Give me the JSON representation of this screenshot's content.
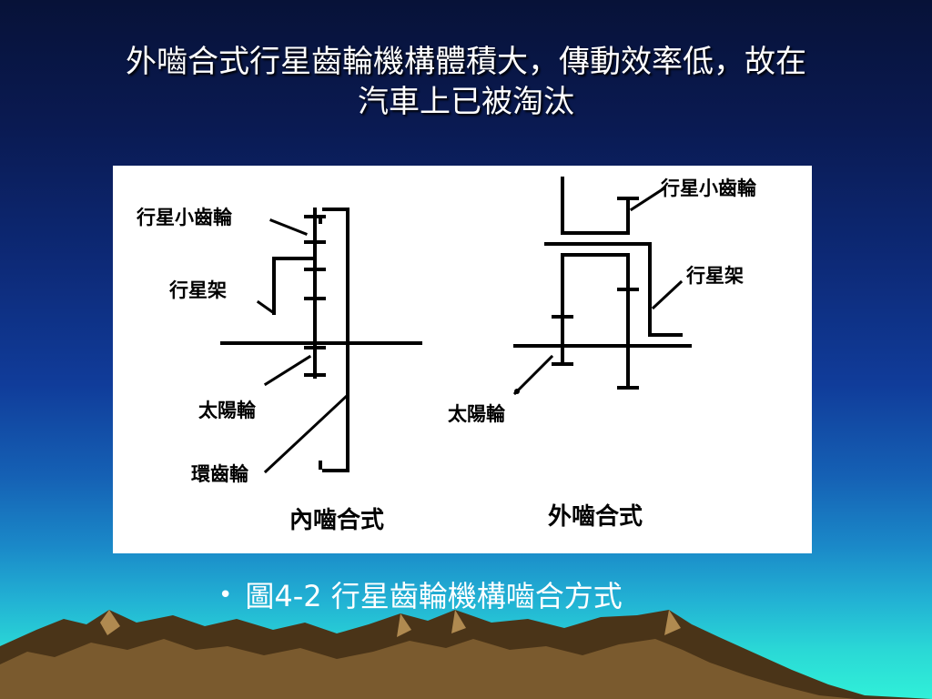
{
  "slide": {
    "title_line1": "外嚙合式行星齒輪機構體積大，傳動效率低，故在",
    "title_line2": "汽車上已被淘汰"
  },
  "figure": {
    "internal": {
      "planet_pinion": "行星小齒輪",
      "carrier": "行星架",
      "sun_gear": "太陽輪",
      "ring_gear": "環齒輪",
      "name": "內嚙合式"
    },
    "external": {
      "planet_pinion": "行星小齒輪",
      "carrier": "行星架",
      "sun_gear": "太陽輪",
      "name": "外嚙合式"
    }
  },
  "caption": {
    "bullet": "•",
    "text": "圖4-2 行星齒輪機構嚙合方式"
  },
  "colors": {
    "title_text": "#ffffff",
    "panel_bg": "#ffffff",
    "mountain_dark": "#4a3418",
    "mountain_light": "#8a6a3a"
  }
}
